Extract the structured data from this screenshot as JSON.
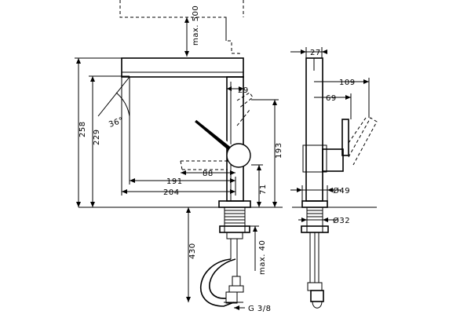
{
  "dimensions": {
    "max_500": "max. 500",
    "d29": "29",
    "d258": "258",
    "d229": "229",
    "angle": "36°",
    "d193": "193",
    "d88": "88",
    "d191": "191",
    "d204": "204",
    "d71": "71",
    "d430": "430",
    "max_40": "max. 40",
    "thread": "G 3/8",
    "d27": "27",
    "d109": "109",
    "d69": "69",
    "dia49": "Ø49",
    "dia32": "Ø32"
  }
}
